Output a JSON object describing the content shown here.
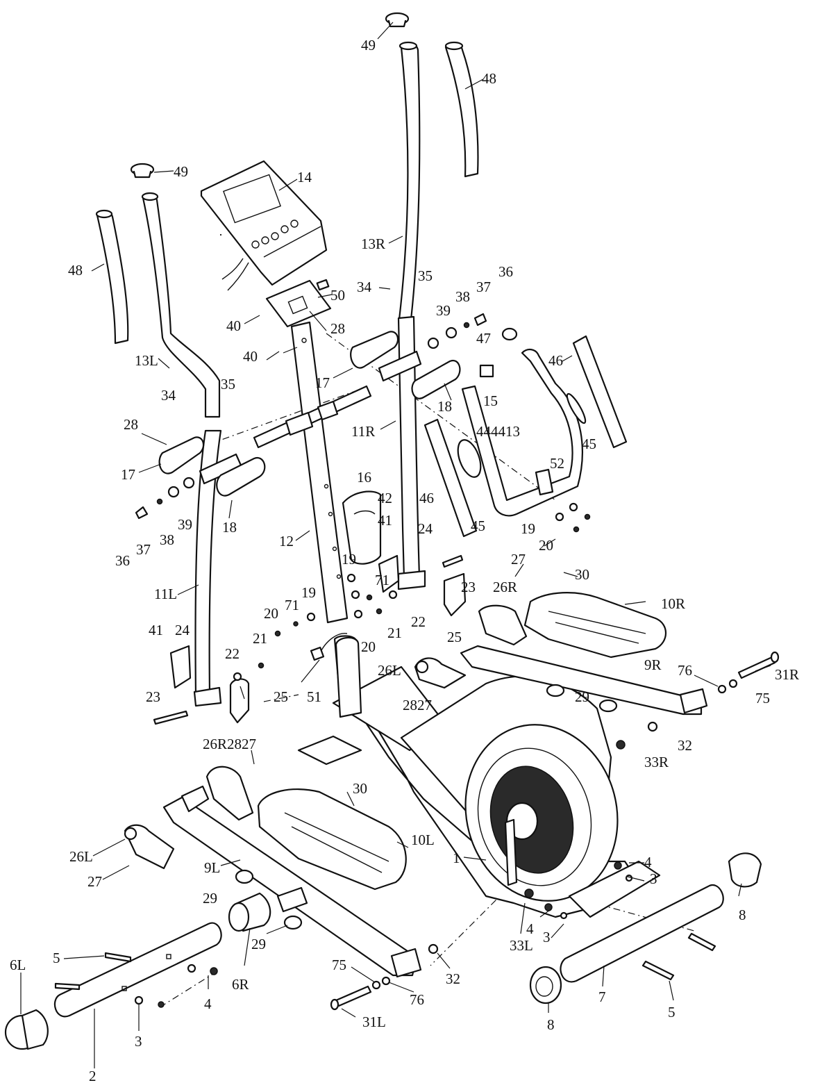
{
  "accent_color": "#111111",
  "background_color": "#ffffff",
  "labels": [
    {
      "id": "lbl-49-top",
      "text": "49"
    },
    {
      "id": "lbl-48-top",
      "text": "48"
    },
    {
      "id": "lbl-49-left",
      "text": "49"
    },
    {
      "id": "lbl-14",
      "text": "14"
    },
    {
      "id": "lbl-48-left",
      "text": "48"
    },
    {
      "id": "lbl-13r",
      "text": "13R"
    },
    {
      "id": "lbl-34-top",
      "text": "34"
    },
    {
      "id": "lbl-35-top",
      "text": "35"
    },
    {
      "id": "lbl-37-top",
      "text": "37"
    },
    {
      "id": "lbl-36-top",
      "text": "36"
    },
    {
      "id": "lbl-38-top",
      "text": "38"
    },
    {
      "id": "lbl-39-top",
      "text": "39"
    },
    {
      "id": "lbl-50",
      "text": "50"
    },
    {
      "id": "lbl-40-a",
      "text": "40"
    },
    {
      "id": "lbl-40-b",
      "text": "40"
    },
    {
      "id": "lbl-28-top",
      "text": "28"
    },
    {
      "id": "lbl-47",
      "text": "47"
    },
    {
      "id": "lbl-46-top",
      "text": "46"
    },
    {
      "id": "lbl-13l",
      "text": "13L"
    },
    {
      "id": "lbl-17-top",
      "text": "17"
    },
    {
      "id": "lbl-18-top",
      "text": "18"
    },
    {
      "id": "lbl-15",
      "text": "15"
    },
    {
      "id": "lbl-34-left",
      "text": "34"
    },
    {
      "id": "lbl-35-left",
      "text": "35"
    },
    {
      "id": "lbl-11r",
      "text": "11R"
    },
    {
      "id": "lbl-44-43",
      "text": "444413"
    },
    {
      "id": "lbl-28-left",
      "text": "28"
    },
    {
      "id": "lbl-45-right",
      "text": "45"
    },
    {
      "id": "lbl-52",
      "text": "52"
    },
    {
      "id": "lbl-17-left",
      "text": "17"
    },
    {
      "id": "lbl-16",
      "text": "16"
    },
    {
      "id": "lbl-42",
      "text": "42"
    },
    {
      "id": "lbl-46-mid",
      "text": "46"
    },
    {
      "id": "lbl-45-mid",
      "text": "45"
    },
    {
      "id": "lbl-39-left",
      "text": "39"
    },
    {
      "id": "lbl-38-left",
      "text": "38"
    },
    {
      "id": "lbl-18-left",
      "text": "18"
    },
    {
      "id": "lbl-41-mid",
      "text": "41"
    },
    {
      "id": "lbl-24-mid",
      "text": "24"
    },
    {
      "id": "lbl-19-right",
      "text": "19"
    },
    {
      "id": "lbl-20-right",
      "text": "20"
    },
    {
      "id": "lbl-36-left",
      "text": "36"
    },
    {
      "id": "lbl-37-left",
      "text": "37"
    },
    {
      "id": "lbl-12",
      "text": "12"
    },
    {
      "id": "lbl-19-mid",
      "text": "19"
    },
    {
      "id": "lbl-27-right",
      "text": "27"
    },
    {
      "id": "lbl-30-right",
      "text": "30"
    },
    {
      "id": "lbl-71-mid",
      "text": "71"
    },
    {
      "id": "lbl-23-right",
      "text": "23"
    },
    {
      "id": "lbl-11l",
      "text": "11L"
    },
    {
      "id": "lbl-19-left",
      "text": "19"
    },
    {
      "id": "lbl-26r-right",
      "text": "26R"
    },
    {
      "id": "lbl-10r",
      "text": "10R"
    },
    {
      "id": "lbl-20-left",
      "text": "20"
    },
    {
      "id": "lbl-71-left",
      "text": "71"
    },
    {
      "id": "lbl-21-mid",
      "text": "21"
    },
    {
      "id": "lbl-22-mid",
      "text": "22"
    },
    {
      "id": "lbl-41-left",
      "text": "41"
    },
    {
      "id": "lbl-24-left",
      "text": "24"
    },
    {
      "id": "lbl-25-right",
      "text": "25"
    },
    {
      "id": "lbl-21-left",
      "text": "21"
    },
    {
      "id": "lbl-20-mid",
      "text": "20"
    },
    {
      "id": "lbl-22-left",
      "text": "22"
    },
    {
      "id": "lbl-26l-mid",
      "text": "26L"
    },
    {
      "id": "lbl-9r",
      "text": "9R"
    },
    {
      "id": "lbl-76-right",
      "text": "76"
    },
    {
      "id": "lbl-31r",
      "text": "31R"
    },
    {
      "id": "lbl-23-left",
      "text": "23"
    },
    {
      "id": "lbl-25-left",
      "text": "25"
    },
    {
      "id": "lbl-51",
      "text": "51"
    },
    {
      "id": "lbl-2827-mid",
      "text": "2827"
    },
    {
      "id": "lbl-29-right",
      "text": "29"
    },
    {
      "id": "lbl-75-right",
      "text": "75"
    },
    {
      "id": "lbl-32-right",
      "text": "32"
    },
    {
      "id": "lbl-26r2827-left",
      "text": "26R2827"
    },
    {
      "id": "lbl-33r",
      "text": "33R"
    },
    {
      "id": "lbl-30-left",
      "text": "30"
    },
    {
      "id": "lbl-10l",
      "text": "10L"
    },
    {
      "id": "lbl-26l-left",
      "text": "26L"
    },
    {
      "id": "lbl-1",
      "text": "1"
    },
    {
      "id": "lbl-4-right",
      "text": "4"
    },
    {
      "id": "lbl-3-right",
      "text": "3"
    },
    {
      "id": "lbl-9l",
      "text": "9L"
    },
    {
      "id": "lbl-27-left",
      "text": "27"
    },
    {
      "id": "lbl-29-left-a",
      "text": "29"
    },
    {
      "id": "lbl-8-right",
      "text": "8"
    },
    {
      "id": "lbl-29-left-b",
      "text": "29"
    },
    {
      "id": "lbl-33l",
      "text": "33L"
    },
    {
      "id": "lbl-4-mid",
      "text": "4"
    },
    {
      "id": "lbl-3-mid",
      "text": "3"
    },
    {
      "id": "lbl-5-top",
      "text": "5"
    },
    {
      "id": "lbl-6l",
      "text": "6L"
    },
    {
      "id": "lbl-6r",
      "text": "6R"
    },
    {
      "id": "lbl-75-left",
      "text": "75"
    },
    {
      "id": "lbl-32-left",
      "text": "32"
    },
    {
      "id": "lbl-76-left",
      "text": "76"
    },
    {
      "id": "lbl-4-left",
      "text": "4"
    },
    {
      "id": "lbl-7",
      "text": "7"
    },
    {
      "id": "lbl-31l",
      "text": "31L"
    },
    {
      "id": "lbl-5-right",
      "text": "5"
    },
    {
      "id": "lbl-3-left",
      "text": "3"
    },
    {
      "id": "lbl-8-bottom",
      "text": "8"
    },
    {
      "id": "lbl-2",
      "text": "2"
    }
  ]
}
